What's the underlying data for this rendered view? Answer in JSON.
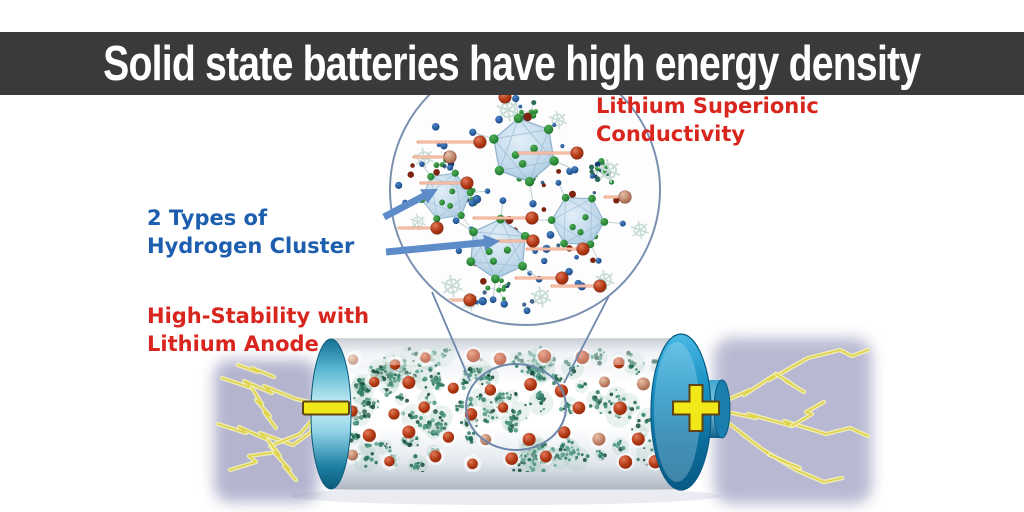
{
  "banner": {
    "title": "Solid state batteries have high energy density"
  },
  "labels": {
    "superionic": {
      "line1": "Lithium Superionic",
      "line2": "Conductivity",
      "color": "#d8251e"
    },
    "hydrogen_cluster": {
      "line1": "2 Types of",
      "line2": "Hydrogen Cluster",
      "color": "#1d5fae"
    },
    "anode": {
      "line1": "High-Stability with",
      "line2": "Lithium Anode",
      "color": "#d8251e"
    }
  },
  "battery": {
    "negative_terminal_symbol": "−",
    "positive_terminal_symbol": "+"
  },
  "colors": {
    "banner_bg": "#3a3a3c",
    "title_text": "#ffffff",
    "red_label": "#d8251e",
    "blue_label": "#1d5fae",
    "arrow_blue": "#5e8cc8",
    "circle_stroke": "#7b90b0",
    "terminal_yellow": "#f2e818",
    "terminal_outline": "#5f4313",
    "lightning_core": "#ded23f",
    "lightning_glow": "#f6f2b4",
    "glow_purple": "#9b9bc0",
    "ion_red": "#a62c12",
    "ion_tan": "#bd8166",
    "trail_orange": "#eda183",
    "moss_teal": "#3f8f78",
    "blue_dot": "#1a57a0",
    "green_dot": "#1d8033",
    "maroon_dot": "#7c2410",
    "snowflake": "#c6dbd6",
    "cluster_fill": "#c2d9ea",
    "cap_teal": "#1b7d9e",
    "cap_blue": "#0c6c9c"
  }
}
